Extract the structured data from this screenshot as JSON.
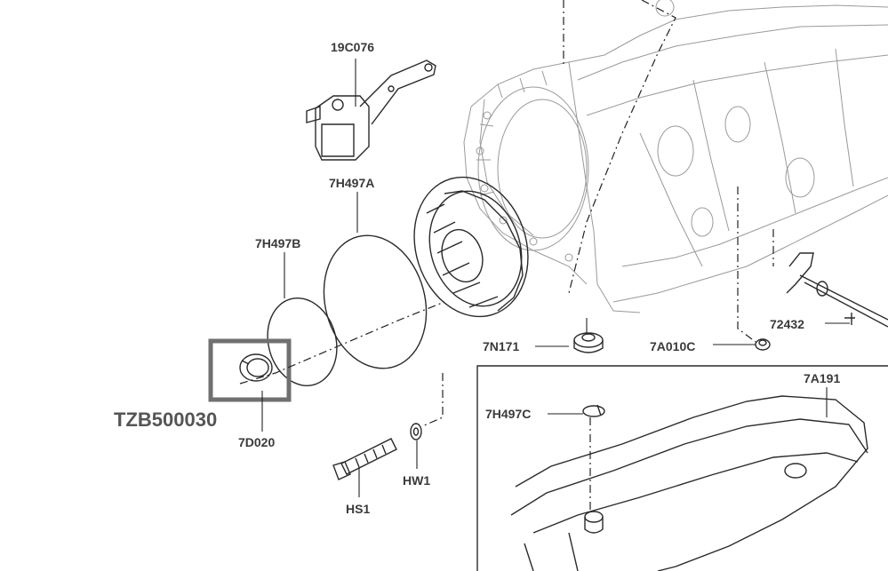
{
  "diagram": {
    "colors": {
      "highlight_box": "#707070",
      "line_dark": "#2a2a2a",
      "line_light": "#9a9a9a",
      "label": "#3a3a3a"
    },
    "callouts": {
      "c19C076": "19C076",
      "c7H497A": "7H497A",
      "c7H497B": "7H497B",
      "cTZB": "TZB500030",
      "c7D020": "7D020",
      "c7N171": "7N171",
      "c7A010C": "7A010C",
      "c72432": "72432",
      "c7A191": "7A191",
      "c7H497C": "7H497C",
      "cHW1": "HW1",
      "cHS1": "HS1"
    }
  }
}
